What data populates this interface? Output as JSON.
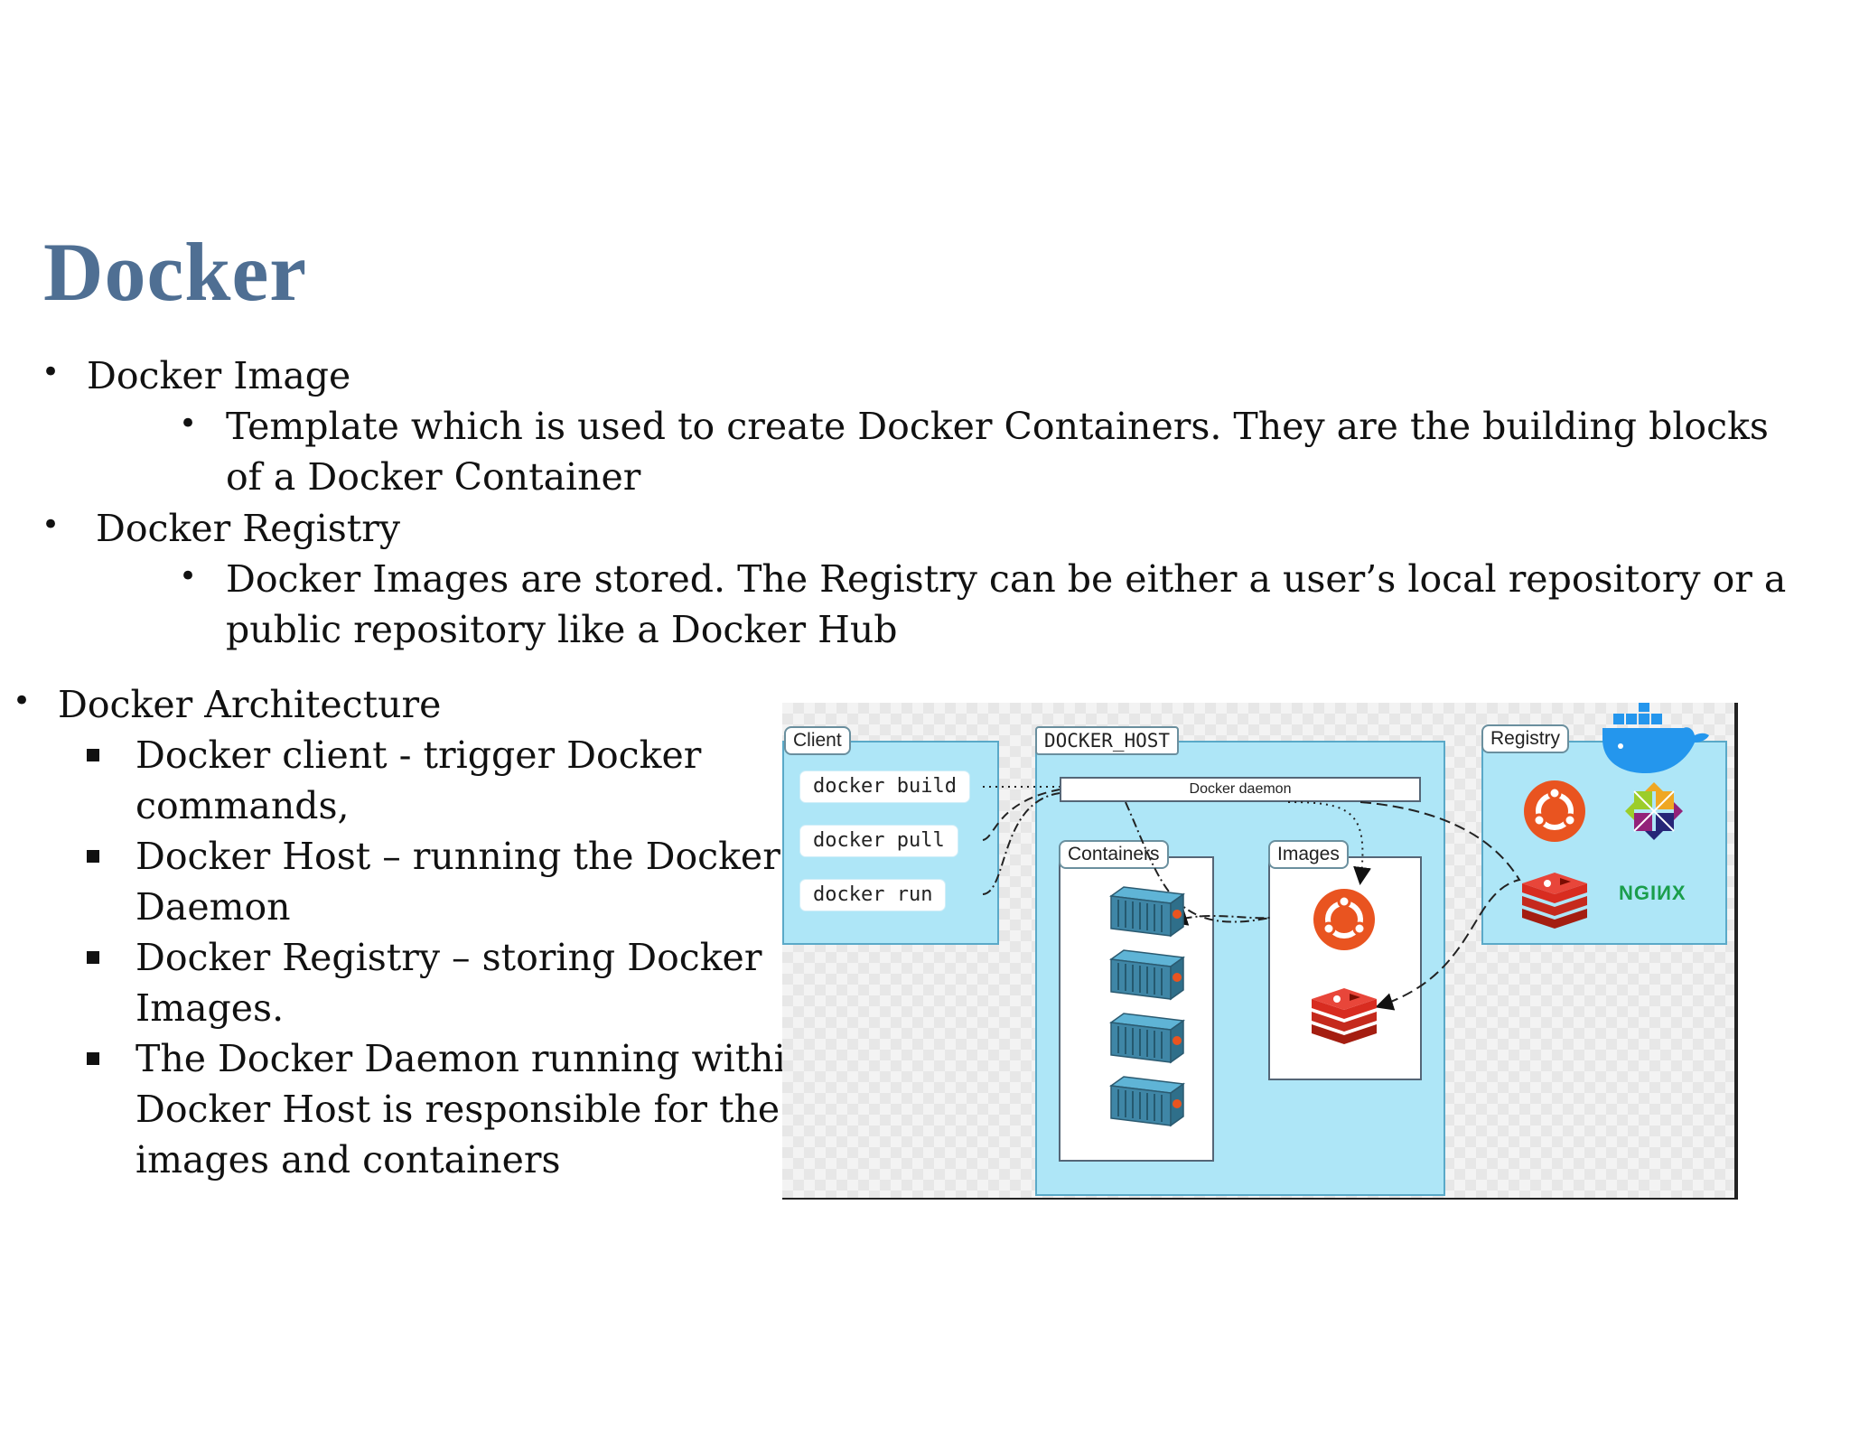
{
  "slide": {
    "title": "Docker",
    "items": [
      {
        "text": "Docker Image",
        "sub": [
          "Template which is used to create Docker Containers. They are the building blocks",
          "of a Docker Container"
        ]
      },
      {
        "text": "Docker Registry",
        "sub": [
          "Docker Images are stored. The Registry can be either a user’s local repository or a",
          "public repository like a Docker Hub"
        ]
      },
      {
        "text": "Docker Architecture",
        "sub": [
          [
            "Docker client - trigger Docker",
            "commands,"
          ],
          [
            "Docker Host – running the Docker",
            "Daemon"
          ],
          [
            "Docker Registry – storing Docker",
            "Images."
          ],
          [
            "The Docker Daemon running within",
            "Docker Host is responsible for the",
            "images and containers"
          ]
        ]
      }
    ]
  },
  "diagram": {
    "client_label": "Client",
    "commands": [
      "docker build",
      "docker pull",
      "docker run"
    ],
    "host_label": "DOCKER_HOST",
    "daemon_label": "Docker daemon",
    "containers_label": "Containers",
    "images_label": "Images",
    "registry_label": "Registry",
    "nginx_label": "NGIИX",
    "colors": {
      "panel": "#aee6f7",
      "ubuntu": "#e95420",
      "redis": "#d82c20",
      "title": "#4f6f93",
      "container": "#3f86a6"
    },
    "icons": [
      "docker-whale-icon",
      "ubuntu-icon",
      "centos-icon",
      "redis-icon",
      "nginx-logo",
      "container-icon"
    ]
  }
}
